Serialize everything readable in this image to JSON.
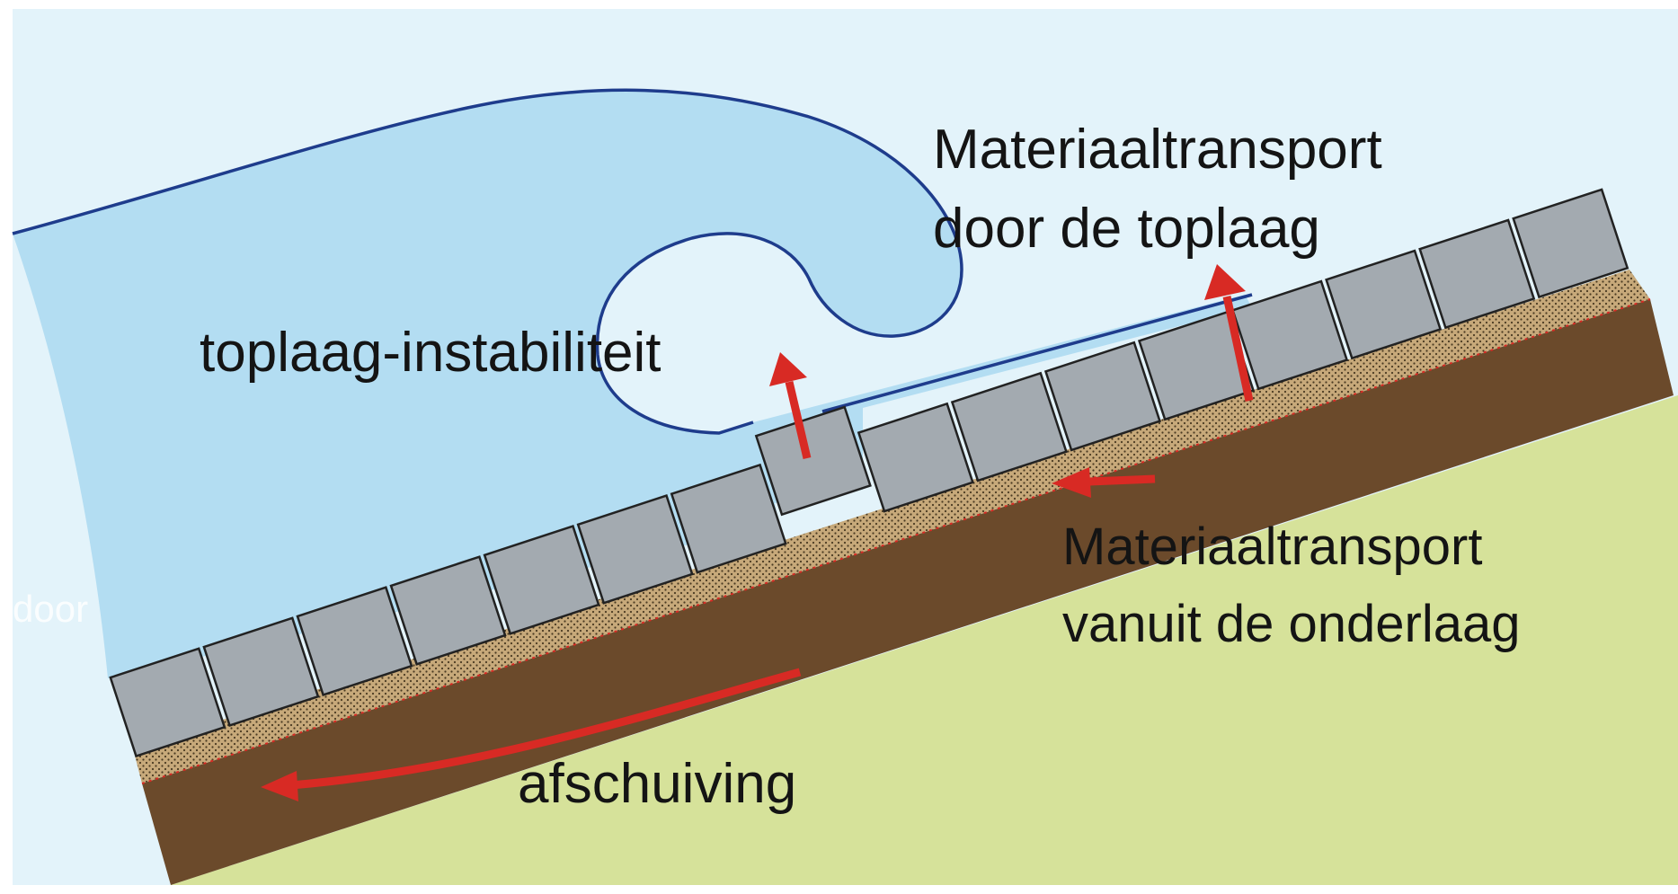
{
  "labels": {
    "toplaag_instabiliteit": "toplaag-instabiliteit",
    "materiaaltransport_toplaag_line1": "Materiaaltransport",
    "materiaaltransport_toplaag_line2": "door de toplaag",
    "materiaaltransport_onderlaag_line1": "Materiaaltransport",
    "materiaaltransport_onderlaag_line2": "vanuit de onderlaag",
    "afschuiving": "afschuiving",
    "door_fragment": "door"
  },
  "colors": {
    "sky": "#e3f3fa",
    "water": "#b3ddf2",
    "wave_outline": "#1e3c8c",
    "ground": "#d6e29a",
    "clay": "#6b4a2b",
    "filter_layer": "#c7a97a",
    "block": "#a3aab0",
    "block_outline": "#222222",
    "arrow": "#d82a24"
  }
}
